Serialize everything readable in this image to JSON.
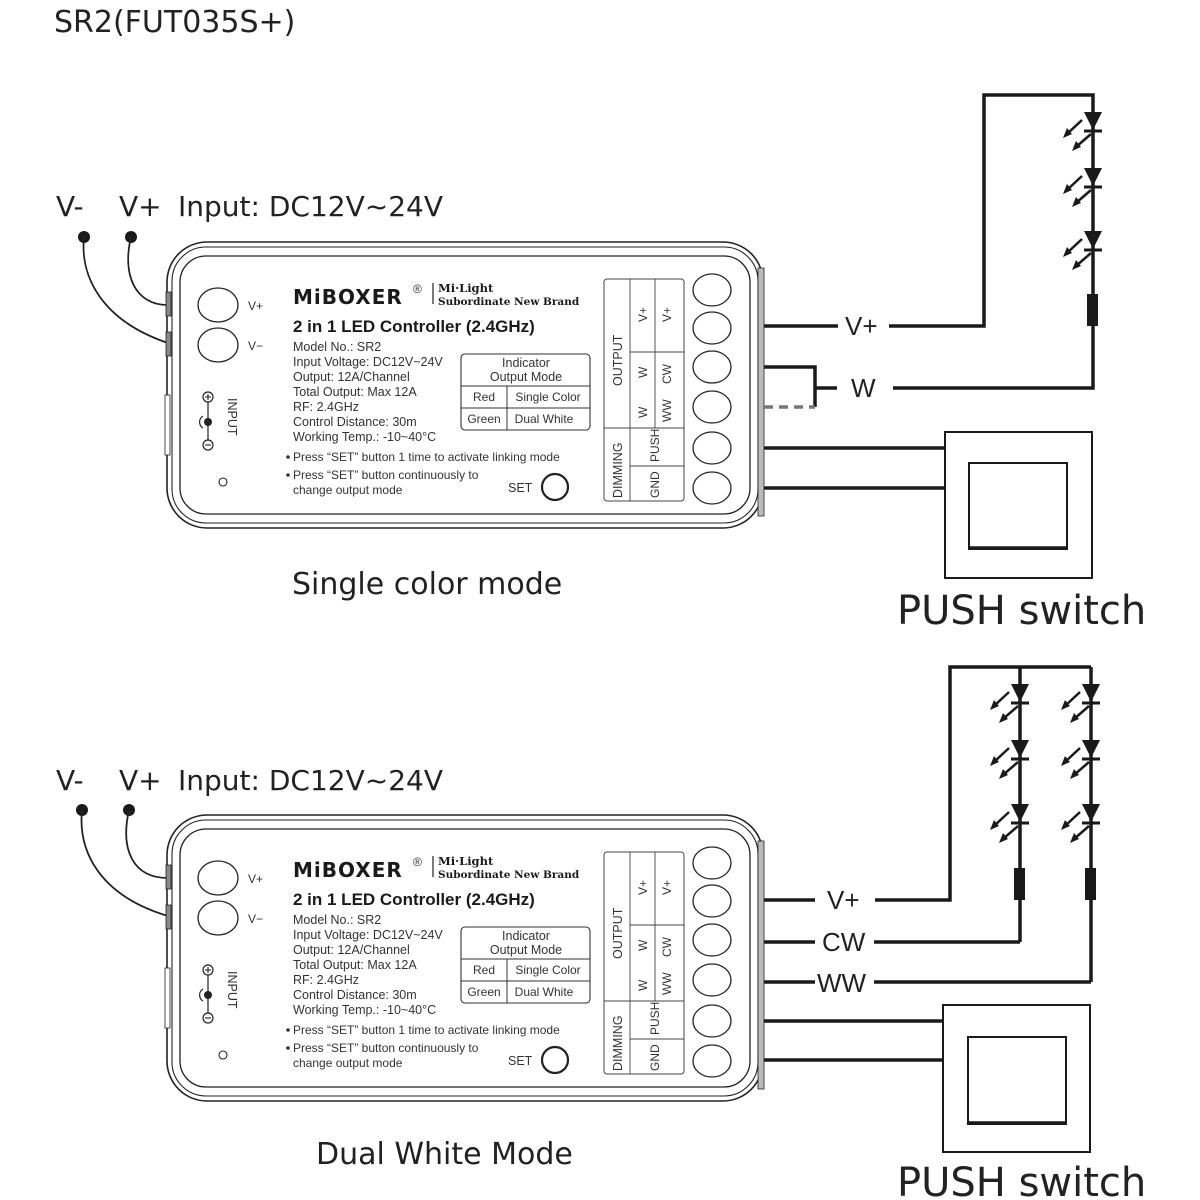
{
  "title": "SR2(FUT035S+)",
  "panels": [
    {
      "id": "single",
      "input_label_vminus": "V-",
      "input_label_vplus": "V+",
      "input_text": "Input: DC12V~24V",
      "caption": "Single color mode",
      "wire_labels": [
        "V+",
        "W"
      ],
      "switch_label": "PUSH switch",
      "led_strings": 1,
      "leds_per_string": 3
    },
    {
      "id": "dual",
      "input_label_vminus": "V-",
      "input_label_vplus": "V+",
      "input_text": "Input: DC12V~24V",
      "caption": "Dual White Mode",
      "wire_labels": [
        "V+",
        "CW",
        "WW"
      ],
      "switch_label": "PUSH switch",
      "led_strings": 2,
      "leds_per_string": 3
    }
  ],
  "controller": {
    "brand": "MiBOXER",
    "registered": "®",
    "sub_brand_line1": "Mi·Light",
    "sub_brand_line2": "Subordinate New Brand",
    "product": "2 in 1 LED Controller (2.4GHz)",
    "specs": [
      "Model No.: SR2",
      "Input Voltage: DC12V~24V",
      "Output: 12A/Channel",
      "Total Output: Max 12A",
      "RF: 2.4GHz",
      "Control Distance: 30m",
      "Working Temp.: -10~40°C"
    ],
    "notes": [
      "Press “SET” button 1 time to activate linking mode",
      "Press “SET” button continuously to",
      "change output mode"
    ],
    "indicator_table": {
      "header_line1": "Indicator",
      "header_line2": "Output Mode",
      "rows": [
        {
          "color": "Red",
          "mode": "Single Color"
        },
        {
          "color": "Green",
          "mode": "Dual White"
        }
      ]
    },
    "input_terminals": [
      "V+",
      "V−"
    ],
    "input_label": "INPUT",
    "set_label": "SET",
    "output_group": "OUTPUT",
    "dimming_group": "DIMMING",
    "output_col1": [
      "V+",
      "W",
      "W"
    ],
    "output_col2": [
      "V+",
      "CW",
      "WW"
    ],
    "dimming_labels": [
      "PUSH",
      "GND"
    ]
  }
}
